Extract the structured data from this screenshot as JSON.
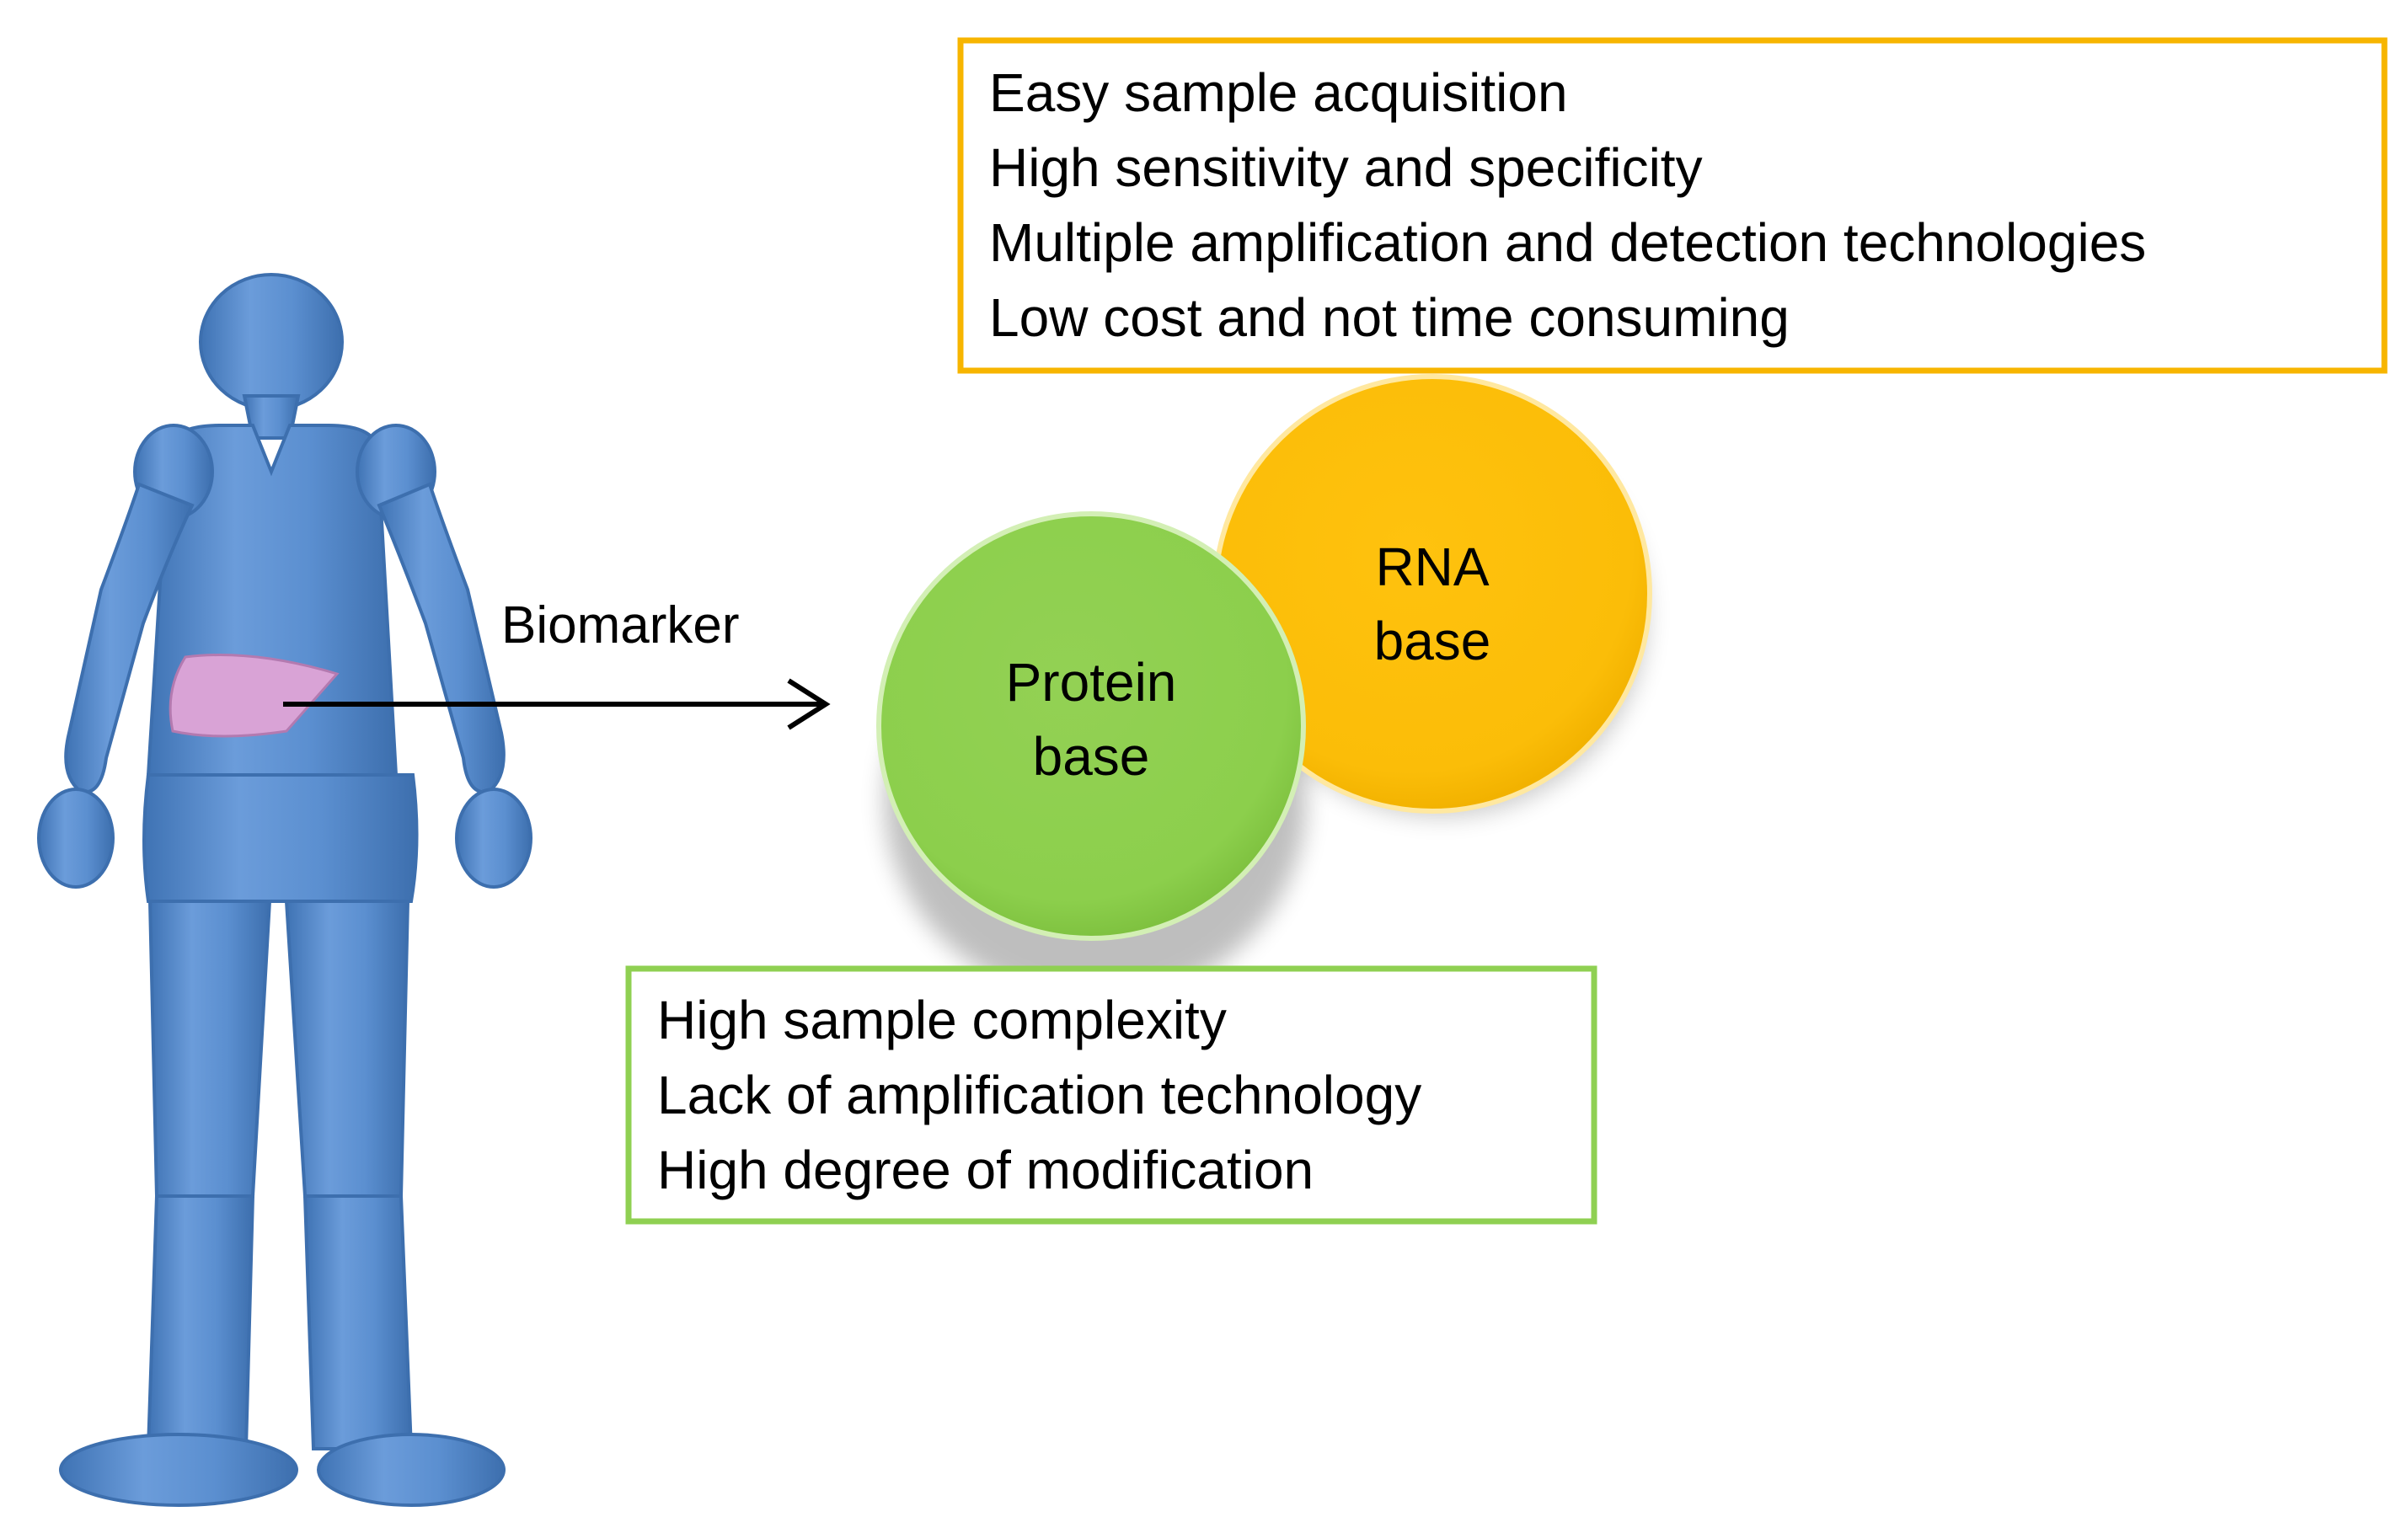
{
  "figure": {
    "arrow_label": "Biomarker",
    "circles": {
      "rna": {
        "line1": "RNA",
        "line2": "base"
      },
      "protein": {
        "line1": "Protein",
        "line2": "base"
      }
    },
    "rna_box": {
      "items": [
        "Easy sample acquisition",
        "High sensitivity and specificity",
        "Multiple amplification and detection technologies",
        "Low cost and not time consuming"
      ]
    },
    "protein_box": {
      "items": [
        "High sample complexity",
        "Lack of amplification technology",
        "High degree of modification"
      ]
    }
  },
  "colors": {
    "body": "#5b8fd0",
    "body_dark": "#3d6fae",
    "organ": "#d9a3d6",
    "rna_fill": "#fdbf0b",
    "rna_border": "#f7b500",
    "protein_fill": "#8ccf4c",
    "protein_border": "#8fd052",
    "arrow": "#000000",
    "text": "#000000"
  }
}
